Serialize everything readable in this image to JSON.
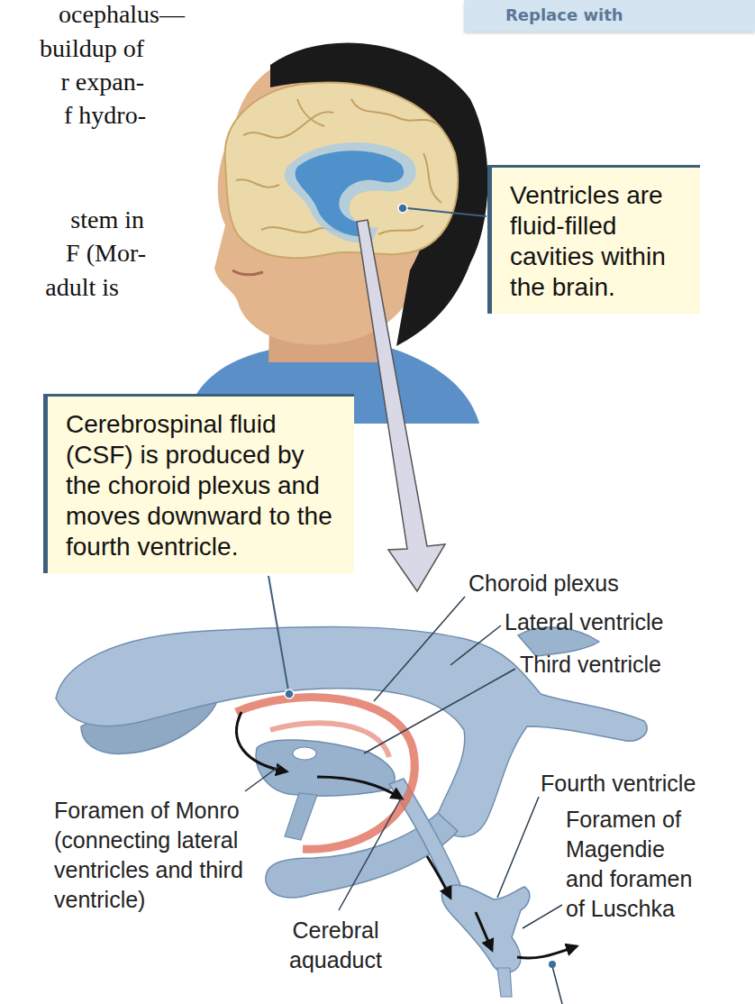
{
  "diagram": {
    "nodes": [
      {
        "text": [
          "Replace with"
        ]
      },
      {
        "text": [
          "Ventricles are fluid-filled cavities within the brain."
        ]
      },
      {
        "text": [
          "Cerebrospinal fluid (CSF) is produced by the choroid plexus and moves downward to the fourth ventricle."
        ]
      }
    ],
    "labels": [
      "ocephalus—",
      "buildup of",
      "r expan-",
      "f hydro-",
      "stem in",
      "F (Mor-",
      "adult is",
      "Choroid plexus",
      "Lateral ventricle",
      "Third ventricle",
      "Fourth ventricle",
      "Foramen of Magendie and foramen of Luschka",
      "Foramen of Monro (connecting lateral ventricles and third ventricle)",
      "Cerebral aquaduct"
    ]
  }
}
